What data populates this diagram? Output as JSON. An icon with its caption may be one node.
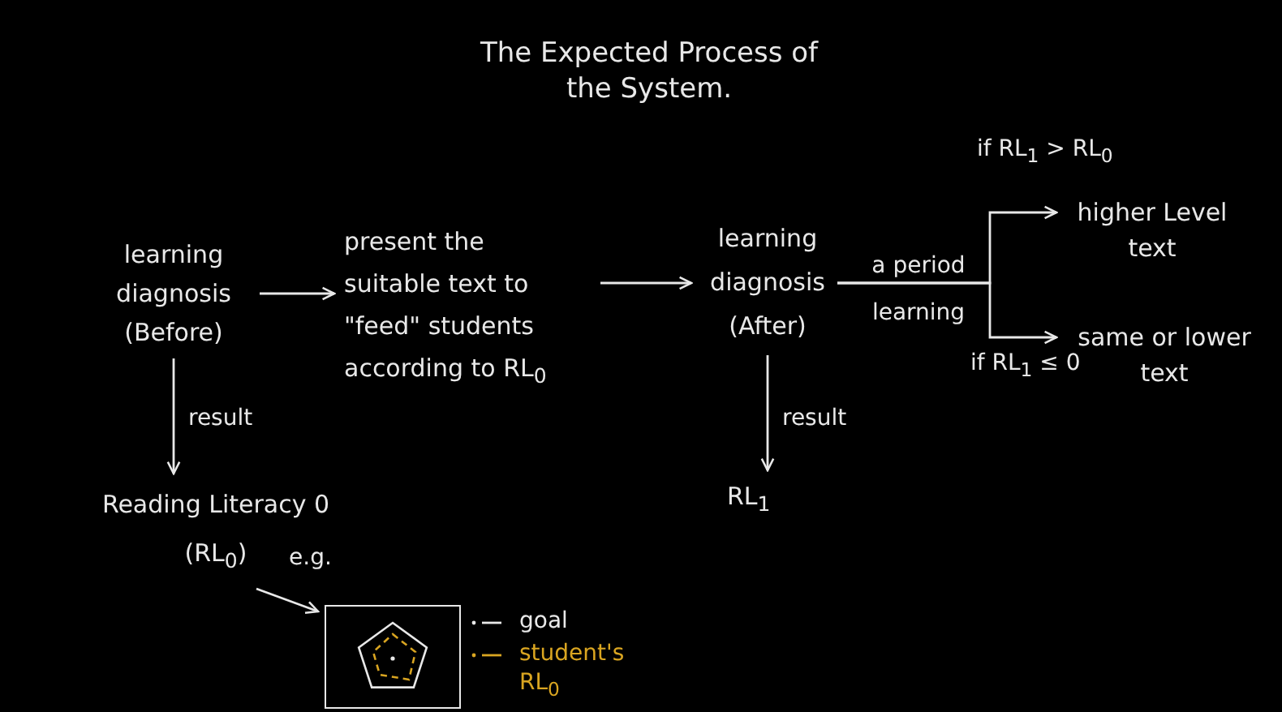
{
  "diagram": {
    "title": "The Expected Process of the System.",
    "nodes": [
      {
        "text": [
          "learning diagnosis (Before)"
        ]
      },
      {
        "text": [
          "present the suitable text to \"feed\" students according to RL$_{0}$"
        ]
      },
      {
        "text": [
          "learning diagnosis (After)"
        ]
      },
      {
        "text": [
          "higher Level text"
        ]
      },
      {
        "text": [
          "same or lower text"
        ]
      },
      {
        "text": [
          "Reading Literacy 0 (RL$_{0}$)"
        ]
      },
      {
        "text": [
          "RL$_{1}$"
        ]
      },
      {
        "text": [],
        "shape": "picture"
      }
    ],
    "edges": [
      {
        "from": 0,
        "to": 1,
        "arrow": "to"
      },
      {
        "from": 1,
        "to": 2,
        "arrow": "to"
      },
      {
        "from": 2,
        "to": 3,
        "arrow": "to",
        "label": "if RL$_{1}$ > RL$_{0}$"
      },
      {
        "from": 2,
        "to": 4,
        "arrow": "to",
        "label": "if RL$_{1}$ ≤ 0"
      },
      {
        "from": 0,
        "to": 5,
        "arrow": "to",
        "label": "result"
      },
      {
        "from": 2,
        "to": 6,
        "arrow": "to",
        "label": "result"
      },
      {
        "from": 5,
        "to": 7,
        "arrow": "to",
        "label": "e.g."
      }
    ],
    "labels": [
      "a period learning"
    ],
    "legend": [
      {
        "text": "goal",
        "color": "#e8e8e8"
      },
      {
        "text": "student's RL$_{0}$",
        "color": "#d9a521"
      }
    ]
  }
}
